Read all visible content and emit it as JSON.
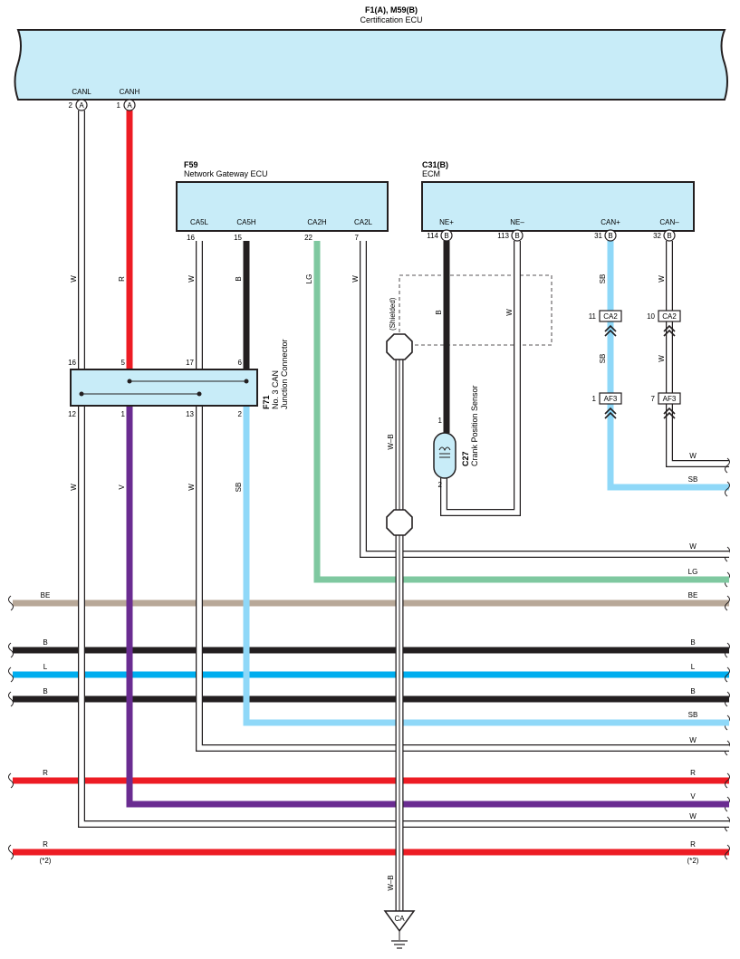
{
  "colors": {
    "component_fill": "#c8ecf8",
    "red": "#ed1c24",
    "black": "#231f20",
    "purple": "#6a2c91",
    "light_blue": "#8fd8f8",
    "green": "#7fc8a0",
    "beige": "#b8a898",
    "blue": "#00aeef",
    "white_wire": "#ffffff"
  },
  "cert_ecu": {
    "code": "F1(A), M59(B)",
    "name": "Certification ECU",
    "pins": [
      {
        "label": "CANL",
        "num": "2",
        "conn": "A"
      },
      {
        "label": "CANH",
        "num": "1",
        "conn": "A"
      }
    ]
  },
  "gateway_ecu": {
    "code": "F59",
    "name": "Network Gateway ECU",
    "pins": [
      {
        "label": "CA5L",
        "num": "16"
      },
      {
        "label": "CA5H",
        "num": "15"
      },
      {
        "label": "CA2H",
        "num": "22"
      },
      {
        "label": "CA2L",
        "num": "7"
      }
    ]
  },
  "ecm": {
    "code": "C31(B)",
    "name": "ECM",
    "pins": [
      {
        "label": "NE+",
        "num": "114",
        "conn": "B"
      },
      {
        "label": "NE–",
        "num": "113",
        "conn": "B"
      },
      {
        "label": "CAN+",
        "num": "31",
        "conn": "B"
      },
      {
        "label": "CAN–",
        "num": "32",
        "conn": "B"
      }
    ]
  },
  "junction": {
    "code": "F71",
    "line1": "No. 3 CAN",
    "line2": "Junction Connector",
    "top_pins": [
      "16",
      "5",
      "17",
      "6"
    ],
    "bottom_pins": [
      "12",
      "1",
      "13",
      "2"
    ]
  },
  "sensor": {
    "code": "C27",
    "name": "Crank Position Sensor",
    "pin_top": "1",
    "pin_bottom": "2"
  },
  "shielded_label": "(Shielded)",
  "wire_labels": {
    "canl": "W",
    "canh": "R",
    "ca5l": "W",
    "ca5h": "B",
    "ca2h": "LG",
    "ca2l": "W",
    "nep": "B",
    "nem": "W",
    "canp": "SB",
    "canm": "W",
    "j12": "W",
    "j1": "V",
    "j13": "W",
    "j2": "SB",
    "shield_upper": "W–B",
    "shield_lower": "W–B"
  },
  "inline_connectors": [
    {
      "num": "11",
      "name": "CA2"
    },
    {
      "num": "10",
      "name": "CA2"
    },
    {
      "num": "1",
      "name": "AF3"
    },
    {
      "num": "7",
      "name": "AF3"
    }
  ],
  "canp_mid_label": "SB",
  "canm_mid_label": "W",
  "ground": {
    "label": "CA"
  },
  "right_short_wires": [
    {
      "label": "W"
    },
    {
      "label": "SB"
    }
  ],
  "buses": [
    {
      "left": "",
      "right": "W"
    },
    {
      "left": "",
      "right": "LG"
    },
    {
      "left": "BE",
      "right": "BE"
    },
    {
      "left": "B",
      "right": "B"
    },
    {
      "left": "L",
      "right": "L"
    },
    {
      "left": "B",
      "right": "B"
    },
    {
      "left": "",
      "right": "SB"
    },
    {
      "left": "",
      "right": "W"
    },
    {
      "left": "R",
      "right": "R"
    },
    {
      "left": "",
      "right": "V"
    },
    {
      "left": "",
      "right": "W"
    },
    {
      "left": "R",
      "right": "R"
    }
  ],
  "last_bus_note": {
    "left": "(*2)",
    "right": "(*2)"
  }
}
